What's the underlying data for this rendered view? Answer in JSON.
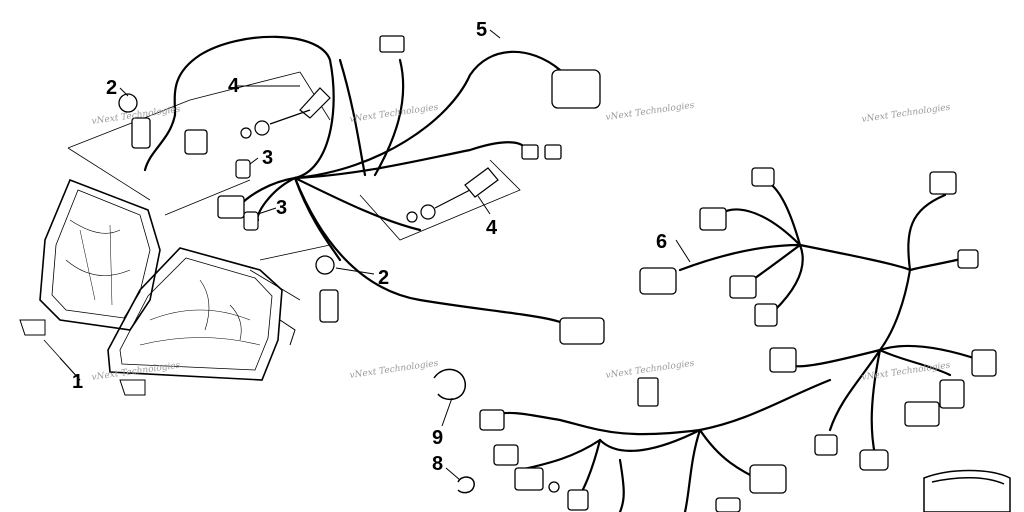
{
  "callouts": {
    "c1": "1",
    "c2a": "2",
    "c2b": "2",
    "c3a": "3",
    "c3b": "3",
    "c4a": "4",
    "c4b": "4",
    "c5": "5",
    "c6": "6",
    "c8": "8",
    "c9": "9"
  },
  "watermarks": [
    "vNext Technologies",
    "vNext Technologies",
    "vNext Technologies",
    "vNext Technologies",
    "vNext Technologies",
    "vNext Technologies",
    "vNext Technologies",
    "vNext Technologies"
  ]
}
